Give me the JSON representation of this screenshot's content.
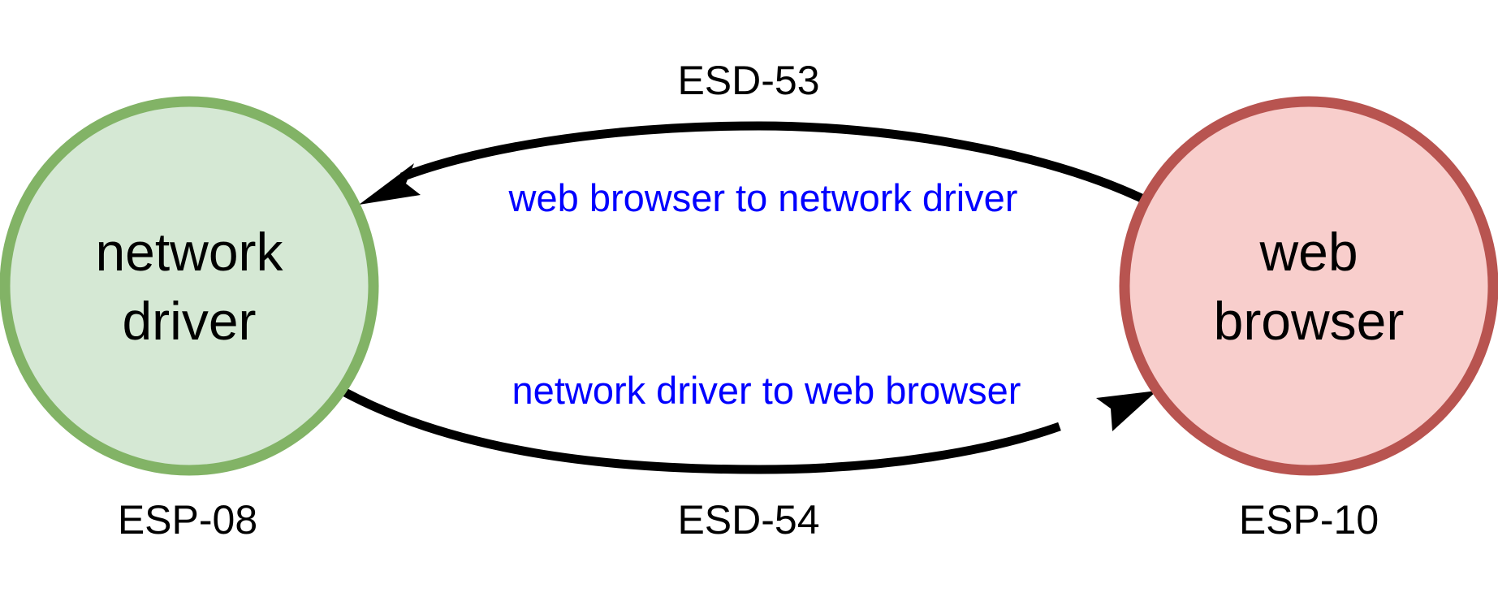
{
  "nodes": {
    "network_driver": {
      "label_line1": "network",
      "label_line2": "driver",
      "id": "ESP-08",
      "fill": "#d5e8d4",
      "stroke": "#82b366"
    },
    "web_browser": {
      "label_line1": "web",
      "label_line2": "browser",
      "id": "ESP-10",
      "fill": "#f8cecc",
      "stroke": "#b85450"
    }
  },
  "edges": {
    "top": {
      "id": "ESD-53",
      "description": "web browser to network driver",
      "from": "web browser",
      "to": "network driver"
    },
    "bottom": {
      "id": "ESD-54",
      "description": "network driver to web browser",
      "from": "network driver",
      "to": "web browser"
    }
  },
  "colors": {
    "edge_stroke": "#000000",
    "description_text": "#0000ff"
  }
}
